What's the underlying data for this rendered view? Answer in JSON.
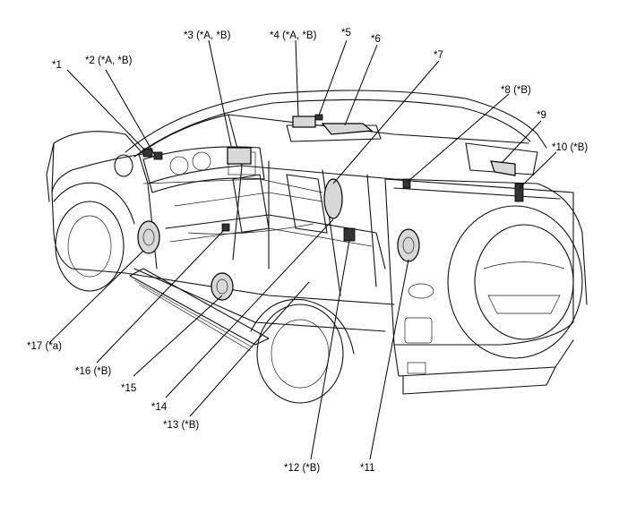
{
  "callouts": [
    {
      "id": "c1",
      "text": "*1"
    },
    {
      "id": "c2",
      "text": "*2 (*A, *B)"
    },
    {
      "id": "c3",
      "text": "*3 (*A, *B)"
    },
    {
      "id": "c4",
      "text": "*4 (*A, *B)"
    },
    {
      "id": "c5",
      "text": "*5"
    },
    {
      "id": "c6",
      "text": "*6"
    },
    {
      "id": "c7",
      "text": "*7"
    },
    {
      "id": "c8",
      "text": "*8 (*B)"
    },
    {
      "id": "c9",
      "text": "*9"
    },
    {
      "id": "c10",
      "text": "*10 (*B)"
    },
    {
      "id": "c11",
      "text": "*11"
    },
    {
      "id": "c12",
      "text": "*12 (*B)"
    },
    {
      "id": "c13",
      "text": "*13 (*B)"
    },
    {
      "id": "c14",
      "text": "*14"
    },
    {
      "id": "c15",
      "text": "*15"
    },
    {
      "id": "c16",
      "text": "*16 (*B)"
    },
    {
      "id": "c17",
      "text": "*17 (*a)"
    }
  ]
}
